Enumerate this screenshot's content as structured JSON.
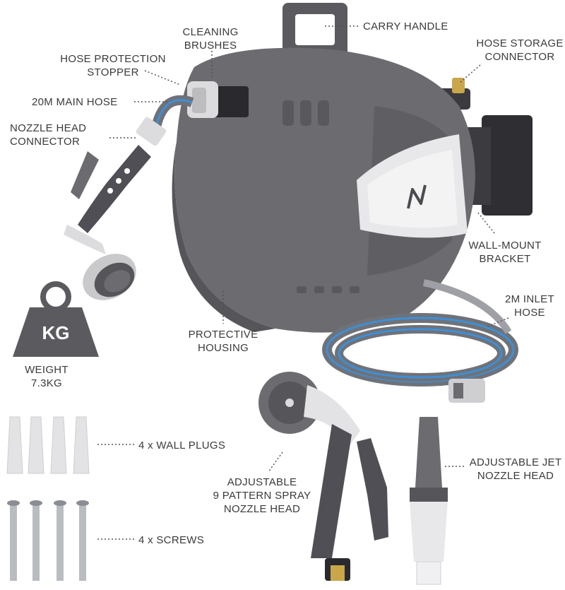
{
  "labels": {
    "carry_handle": "CARRY HANDLE",
    "cleaning_brushes": "CLEANING\nBRUSHES",
    "hose_protection_stopper": "HOSE PROTECTION\nSTOPPER",
    "main_hose": "20M MAIN HOSE",
    "nozzle_head_connector": "NOZZLE HEAD\nCONNECTOR",
    "hose_storage_connector": "HOSE STORAGE\nCONNECTOR",
    "wall_mount_bracket": "WALL-MOUNT\nBRACKET",
    "inlet_hose": "2M INLET\nHOSE",
    "protective_housing": "PROTECTIVE\nHOUSING",
    "weight_badge": "KG",
    "weight": "WEIGHT\n7.3KG",
    "wall_plugs": "4 x WALL PLUGS",
    "screws": "4 x SCREWS",
    "spray_nozzle": "ADJUSTABLE\n9 PATTERN SPRAY\nNOZZLE HEAD",
    "jet_nozzle": "ADJUSTABLE JET\nNOZZLE HEAD"
  },
  "colors": {
    "housing": "#6b6b70",
    "housing_dark": "#55555a",
    "panel_light": "#e8e8ea",
    "hose_blue": "#3e8fd6",
    "hose_grey": "#6f7278",
    "label_text": "#3a3a3a",
    "weight_icon": "#5b5b5f"
  },
  "icons": [
    "weight-icon",
    "brand-logo-icon"
  ]
}
